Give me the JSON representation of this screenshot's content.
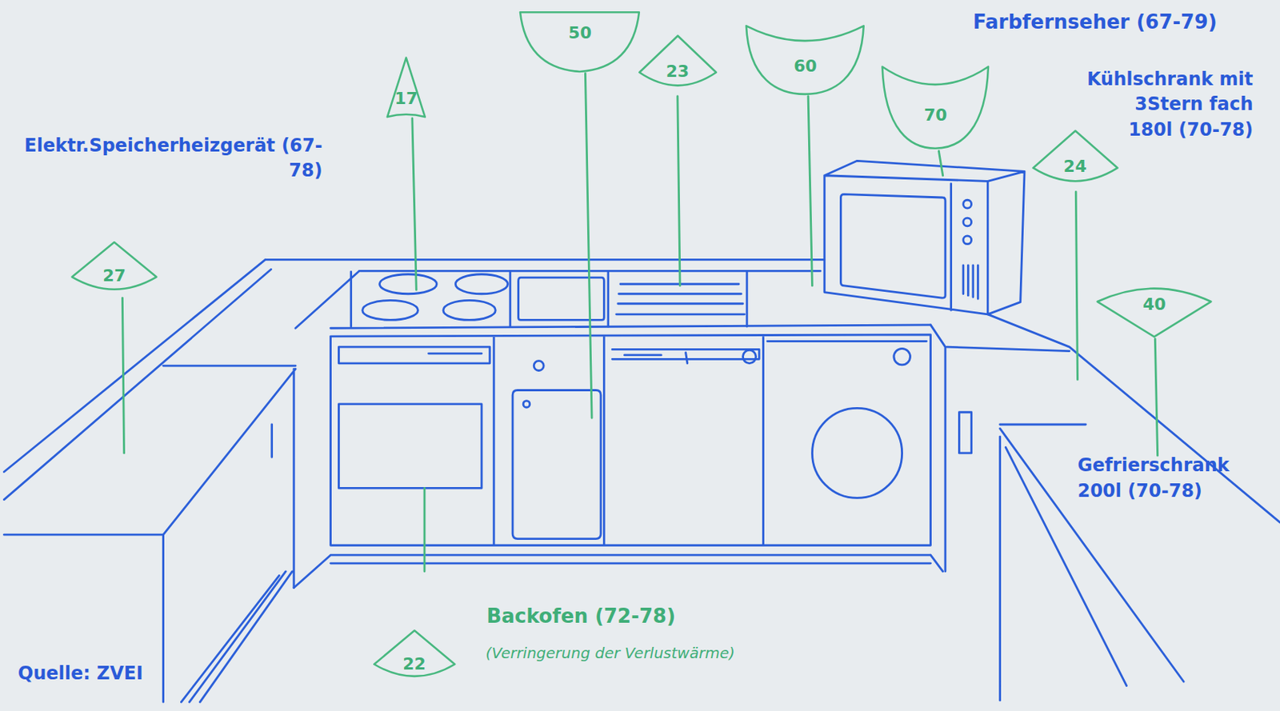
{
  "diagram": {
    "nodes": [
      {
        "text": [
          "27"
        ]
      },
      {
        "text": [
          "17"
        ]
      },
      {
        "text": [
          "50"
        ]
      },
      {
        "text": [
          "23"
        ]
      },
      {
        "text": [
          "60"
        ]
      },
      {
        "text": [
          "70"
        ]
      },
      {
        "text": [
          "24"
        ]
      },
      {
        "text": [
          "40"
        ]
      },
      {
        "text": [
          "22"
        ]
      }
    ],
    "edges": [],
    "labels": [
      "Farbfernseher (67-79)",
      "Kühlschrank mit 3Stern fach 180l (70-78)",
      "Elektr.Speicherheizgerät (67-78)",
      "Gefrierschrank 200l (70-78)",
      "Backofen (72-78)",
      "(Verringerung der Verlustwärme)",
      "Quelle: ZVEI"
    ]
  }
}
